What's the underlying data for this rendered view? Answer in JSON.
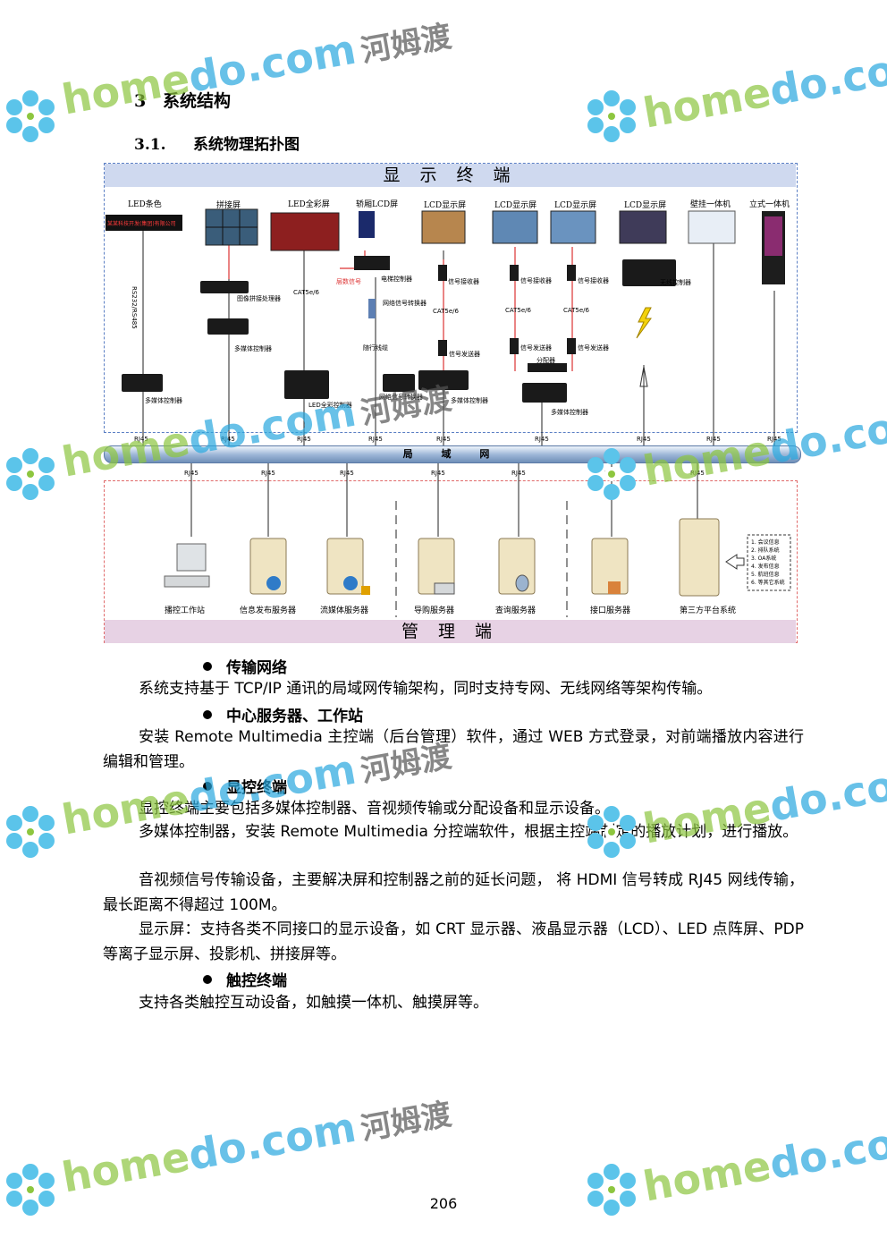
{
  "section": {
    "number": "3",
    "title": "系统结构"
  },
  "subsection": {
    "number": "3.1.",
    "title": "系统物理拓扑图"
  },
  "diagram": {
    "top_title": "显 示 终 端",
    "bottom_title": "管 理 端",
    "lan_label": "局 域 网",
    "devices": [
      "LED条色",
      "拼接屏",
      "LED全彩屏",
      "轿厢LCD屏",
      "LCD显示屏",
      "LCD显示屏",
      "LCD显示屏",
      "LCD显示屏",
      "壁挂一体机",
      "立式一体机"
    ],
    "led_ticker_text": "某某科技开发(集团)有限公司",
    "components": {
      "rs": "RS232/RS485",
      "mm_ctrl_1": "多媒体控制器",
      "img_proc": "图像拼接处理器",
      "mm_ctrl_2": "多媒体控制器",
      "cat_1": "CAT5e/6",
      "led_ctrl": "LED全彩控制器",
      "floor_sig": "层数信号",
      "elev_ctrl": "电梯控制器",
      "net_conv": "网络信号转换器",
      "trailing": "随行线缆",
      "net_conv2": "网络信号转换器",
      "recv_1": "信号接收器",
      "cat_2": "CAT5e/6",
      "send_1": "信号发送器",
      "mm_ctrl_3": "多媒体控制器",
      "recv_2": "信号接收器",
      "recv_3": "信号接收器",
      "cat_3": "CAT5e/6",
      "cat_4": "CAT5e/6",
      "send_2": "信号发送器",
      "send_3": "信号发送器",
      "splitter": "分配器",
      "mm_ctrl_4": "多媒体控制器",
      "wireless": "无线控制器"
    },
    "rj45": "RJ45",
    "servers": [
      "播控工作站",
      "信息发布服务器",
      "流媒体服务器",
      "导购服务器",
      "查询服务器",
      "接口服务器",
      "第三方平台系统"
    ],
    "third_party_list": [
      "1. 会议信息",
      "2. 排队系统",
      "3. OA系统",
      "4. 发布信息",
      "5. 航班信息",
      "6. 等其它系统"
    ]
  },
  "bullets": [
    {
      "title": "传输网络",
      "paras": [
        "系统支持基于 TCP/IP 通讯的局域网传输架构，同时支持专网、无线网络等架构传输。"
      ]
    },
    {
      "title": "中心服务器、工作站",
      "paras": [
        "安装 Remote Multimedia 主控端（后台管理）软件，通过 WEB 方式登录，对前端播放内容进行编辑和管理。"
      ]
    },
    {
      "title": "显控终端",
      "paras": [
        "显控终端主要包括多媒体控制器、音视频传输或分配设备和显示设备。",
        "多媒体控制器，安装 Remote Multimedia 分控端软件，根据主控端制定的播放计划，进行播放。",
        "音视频信号传输设备，主要解决屏和控制器之前的延长问题， 将 HDMI 信号转成 RJ45 网线传输，最长距离不得超过 100M。",
        "显示屏：支持各类不同接口的显示设备，如 CRT 显示器、液晶显示器（LCD）、LED 点阵屏、PDP 等离子显示屏、投影机、拼接屏等。"
      ]
    },
    {
      "title": "触控终端",
      "paras": [
        "支持各类触控互动设备，如触摸一体机、触摸屏等。"
      ]
    }
  ],
  "page_number": "206",
  "watermark": {
    "latin": "homedo.com",
    "chinese": "河姆渡",
    "latin_a": "home",
    "latin_b": "do",
    "latin_c": ".com"
  }
}
